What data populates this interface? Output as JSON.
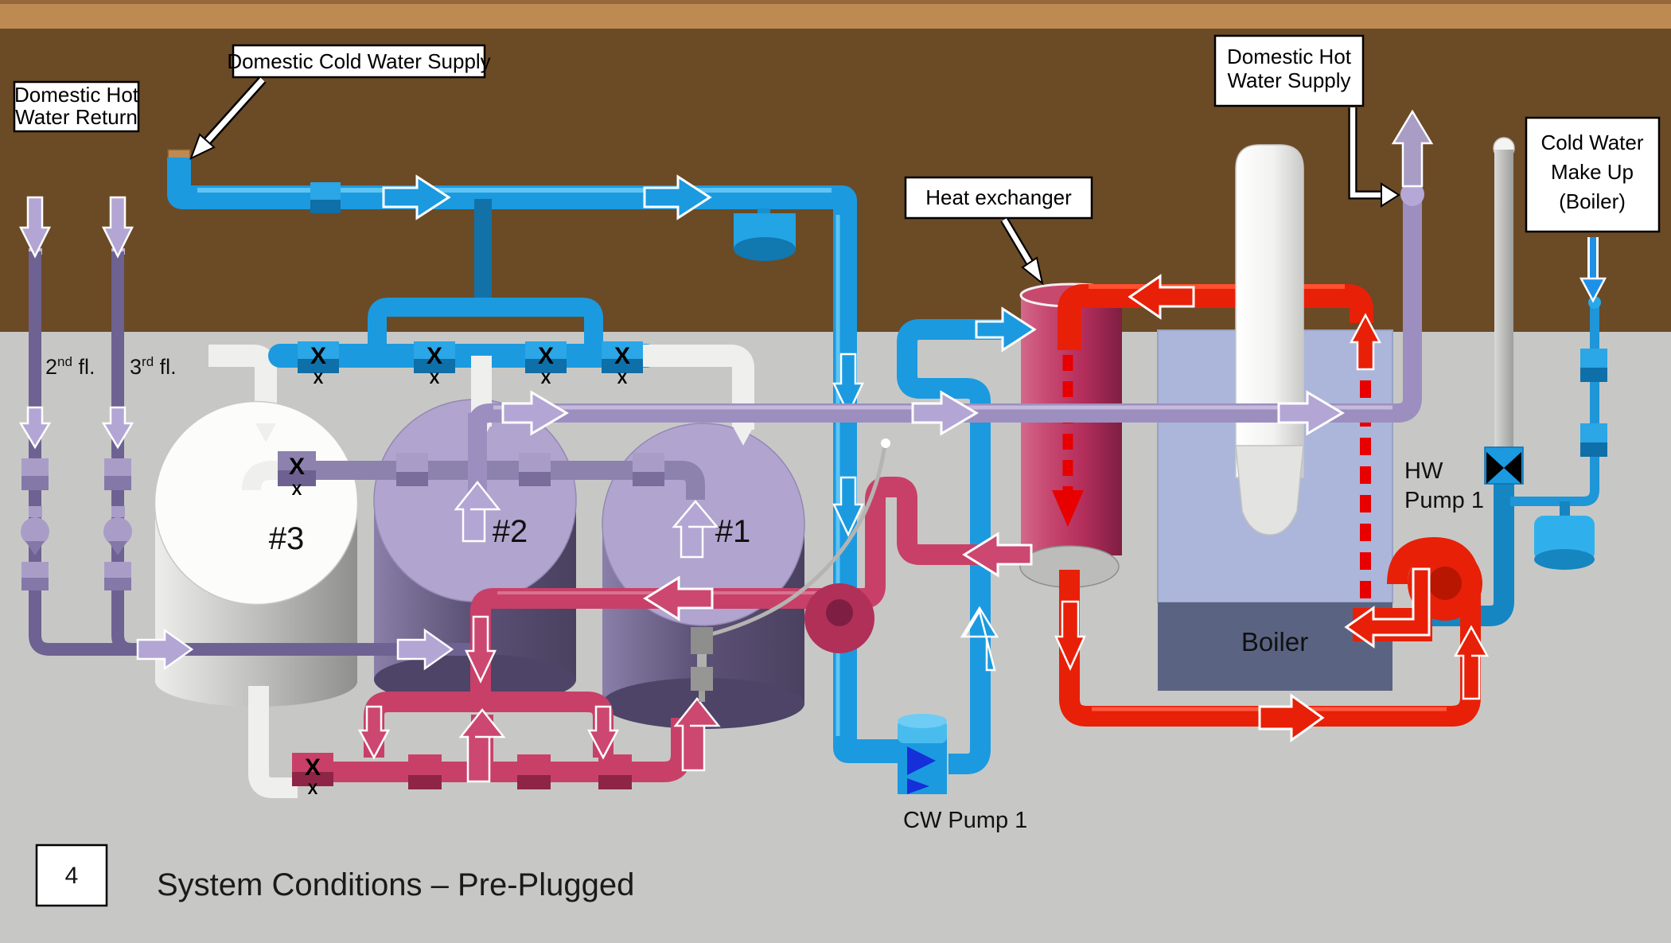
{
  "slide": {
    "page_number": "4",
    "title": "System Conditions – Pre-Plugged"
  },
  "labels": {
    "dhwr": [
      "Domestic Hot",
      "Water Return"
    ],
    "dcws": "Domestic Cold Water Supply",
    "heat_exchanger": "Heat exchanger",
    "dhws": [
      "Domestic Hot",
      "Water Supply"
    ],
    "cwmu": [
      "Cold Water",
      "Make Up",
      "(Boiler)"
    ],
    "hw_pump": [
      "HW",
      "Pump 1"
    ],
    "cw_pump": "CW Pump 1",
    "boiler": "Boiler"
  },
  "tanks": {
    "t1": "#1",
    "t2": "#2",
    "t3": "#3"
  },
  "floors": {
    "f2": {
      "num": "2",
      "sup": "nd",
      "rest": " fl."
    },
    "f3": {
      "num": "3",
      "sup": "rd",
      "rest": " fl."
    }
  },
  "valve_mark": {
    "big": "X",
    "small": "X"
  },
  "colors": {
    "wall": "#6B4A26",
    "trim": "#BD8A52",
    "floor": "#C7C8C6",
    "cold_blue": "#1B9AE0",
    "dark_blue": "#1272A8",
    "hot_purple": "#9C8FC0",
    "lavender_arrow": "#B3A6D4",
    "riser_purple": "#6E6292",
    "crimson_loop": "#C84068",
    "boiler_red": "#E82008",
    "hx_body": "#C13A64",
    "boiler_light": "#ACB6DA",
    "boiler_dark": "#5A6482",
    "white_pipe": "#EFEFED"
  }
}
